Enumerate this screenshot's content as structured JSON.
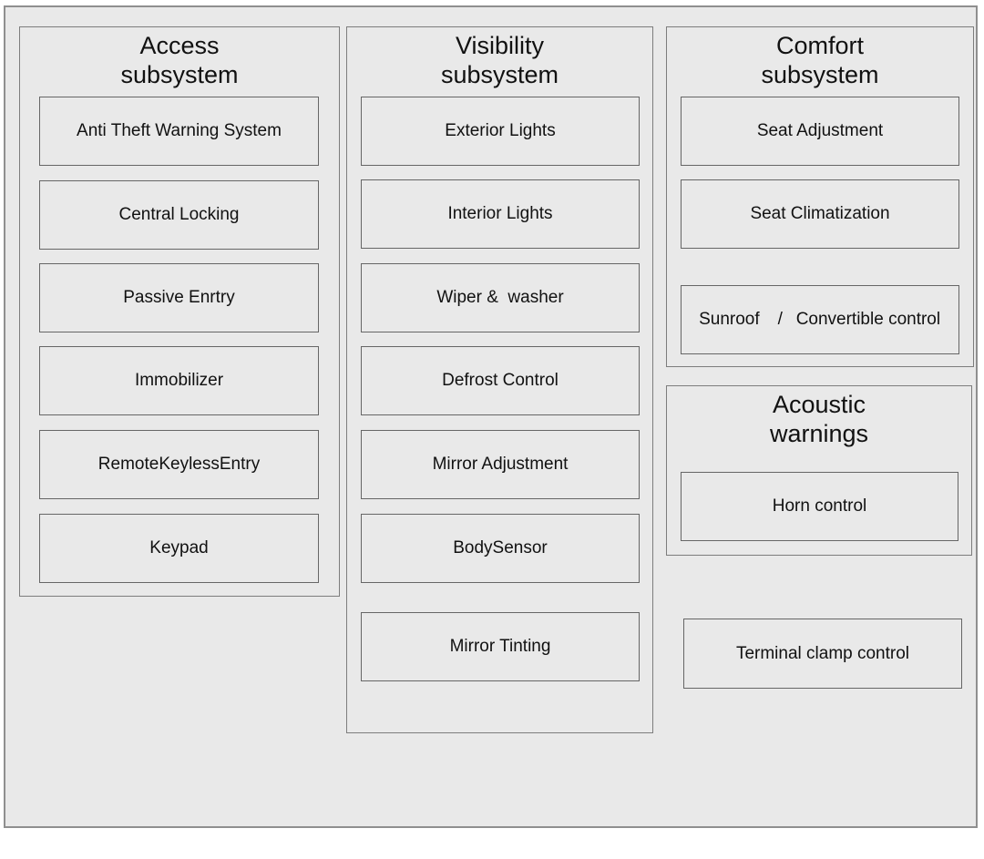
{
  "diagram": {
    "access": {
      "title": "Access subsystem",
      "items": [
        "Anti Theft Warning System",
        "Central Locking",
        "Passive Enrtry",
        "Immobilizer",
        "RemoteKeylessEntry",
        "Keypad"
      ]
    },
    "visibility": {
      "title": "Visibility subsystem",
      "items": [
        "Exterior Lights",
        "Interior Lights",
        "Wiper &  washer",
        "Defrost Control",
        "Mirror Adjustment",
        "BodySensor",
        "Mirror Tinting"
      ]
    },
    "comfort": {
      "title": "Comfort subsystem",
      "items": [
        "Seat Adjustment",
        "Seat Climatization"
      ],
      "combo": {
        "left": "Sunroof",
        "separator": "/",
        "right": "Convertible control"
      }
    },
    "acoustic": {
      "title": "Acoustic warnings",
      "items": [
        "Horn control"
      ]
    },
    "standalone": {
      "label": "Terminal clamp control"
    },
    "colors": {
      "panel_background": "#e9e9e9",
      "outer_border": "#8f8f8f",
      "container_border": "#7d7d7d",
      "block_border": "#666666",
      "text": "#111111"
    }
  }
}
